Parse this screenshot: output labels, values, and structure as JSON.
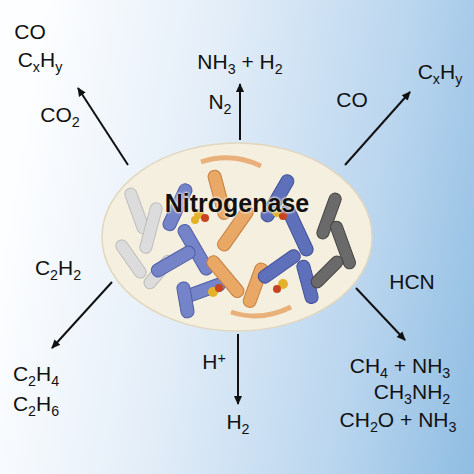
{
  "diagram": {
    "nodes": [
      {
        "text": [
          "Nitrogenase"
        ]
      }
    ],
    "labels": [
      "CO",
      "CxHy",
      "NH3 + H2",
      "CO2",
      "N2",
      "CO",
      "CxHy",
      "C2H2",
      "HCN",
      "CH4 + NH3",
      "C2H4",
      "CH3NH2",
      "H+",
      "C2H6",
      "CH2O + NH3",
      "H2"
    ]
  }
}
